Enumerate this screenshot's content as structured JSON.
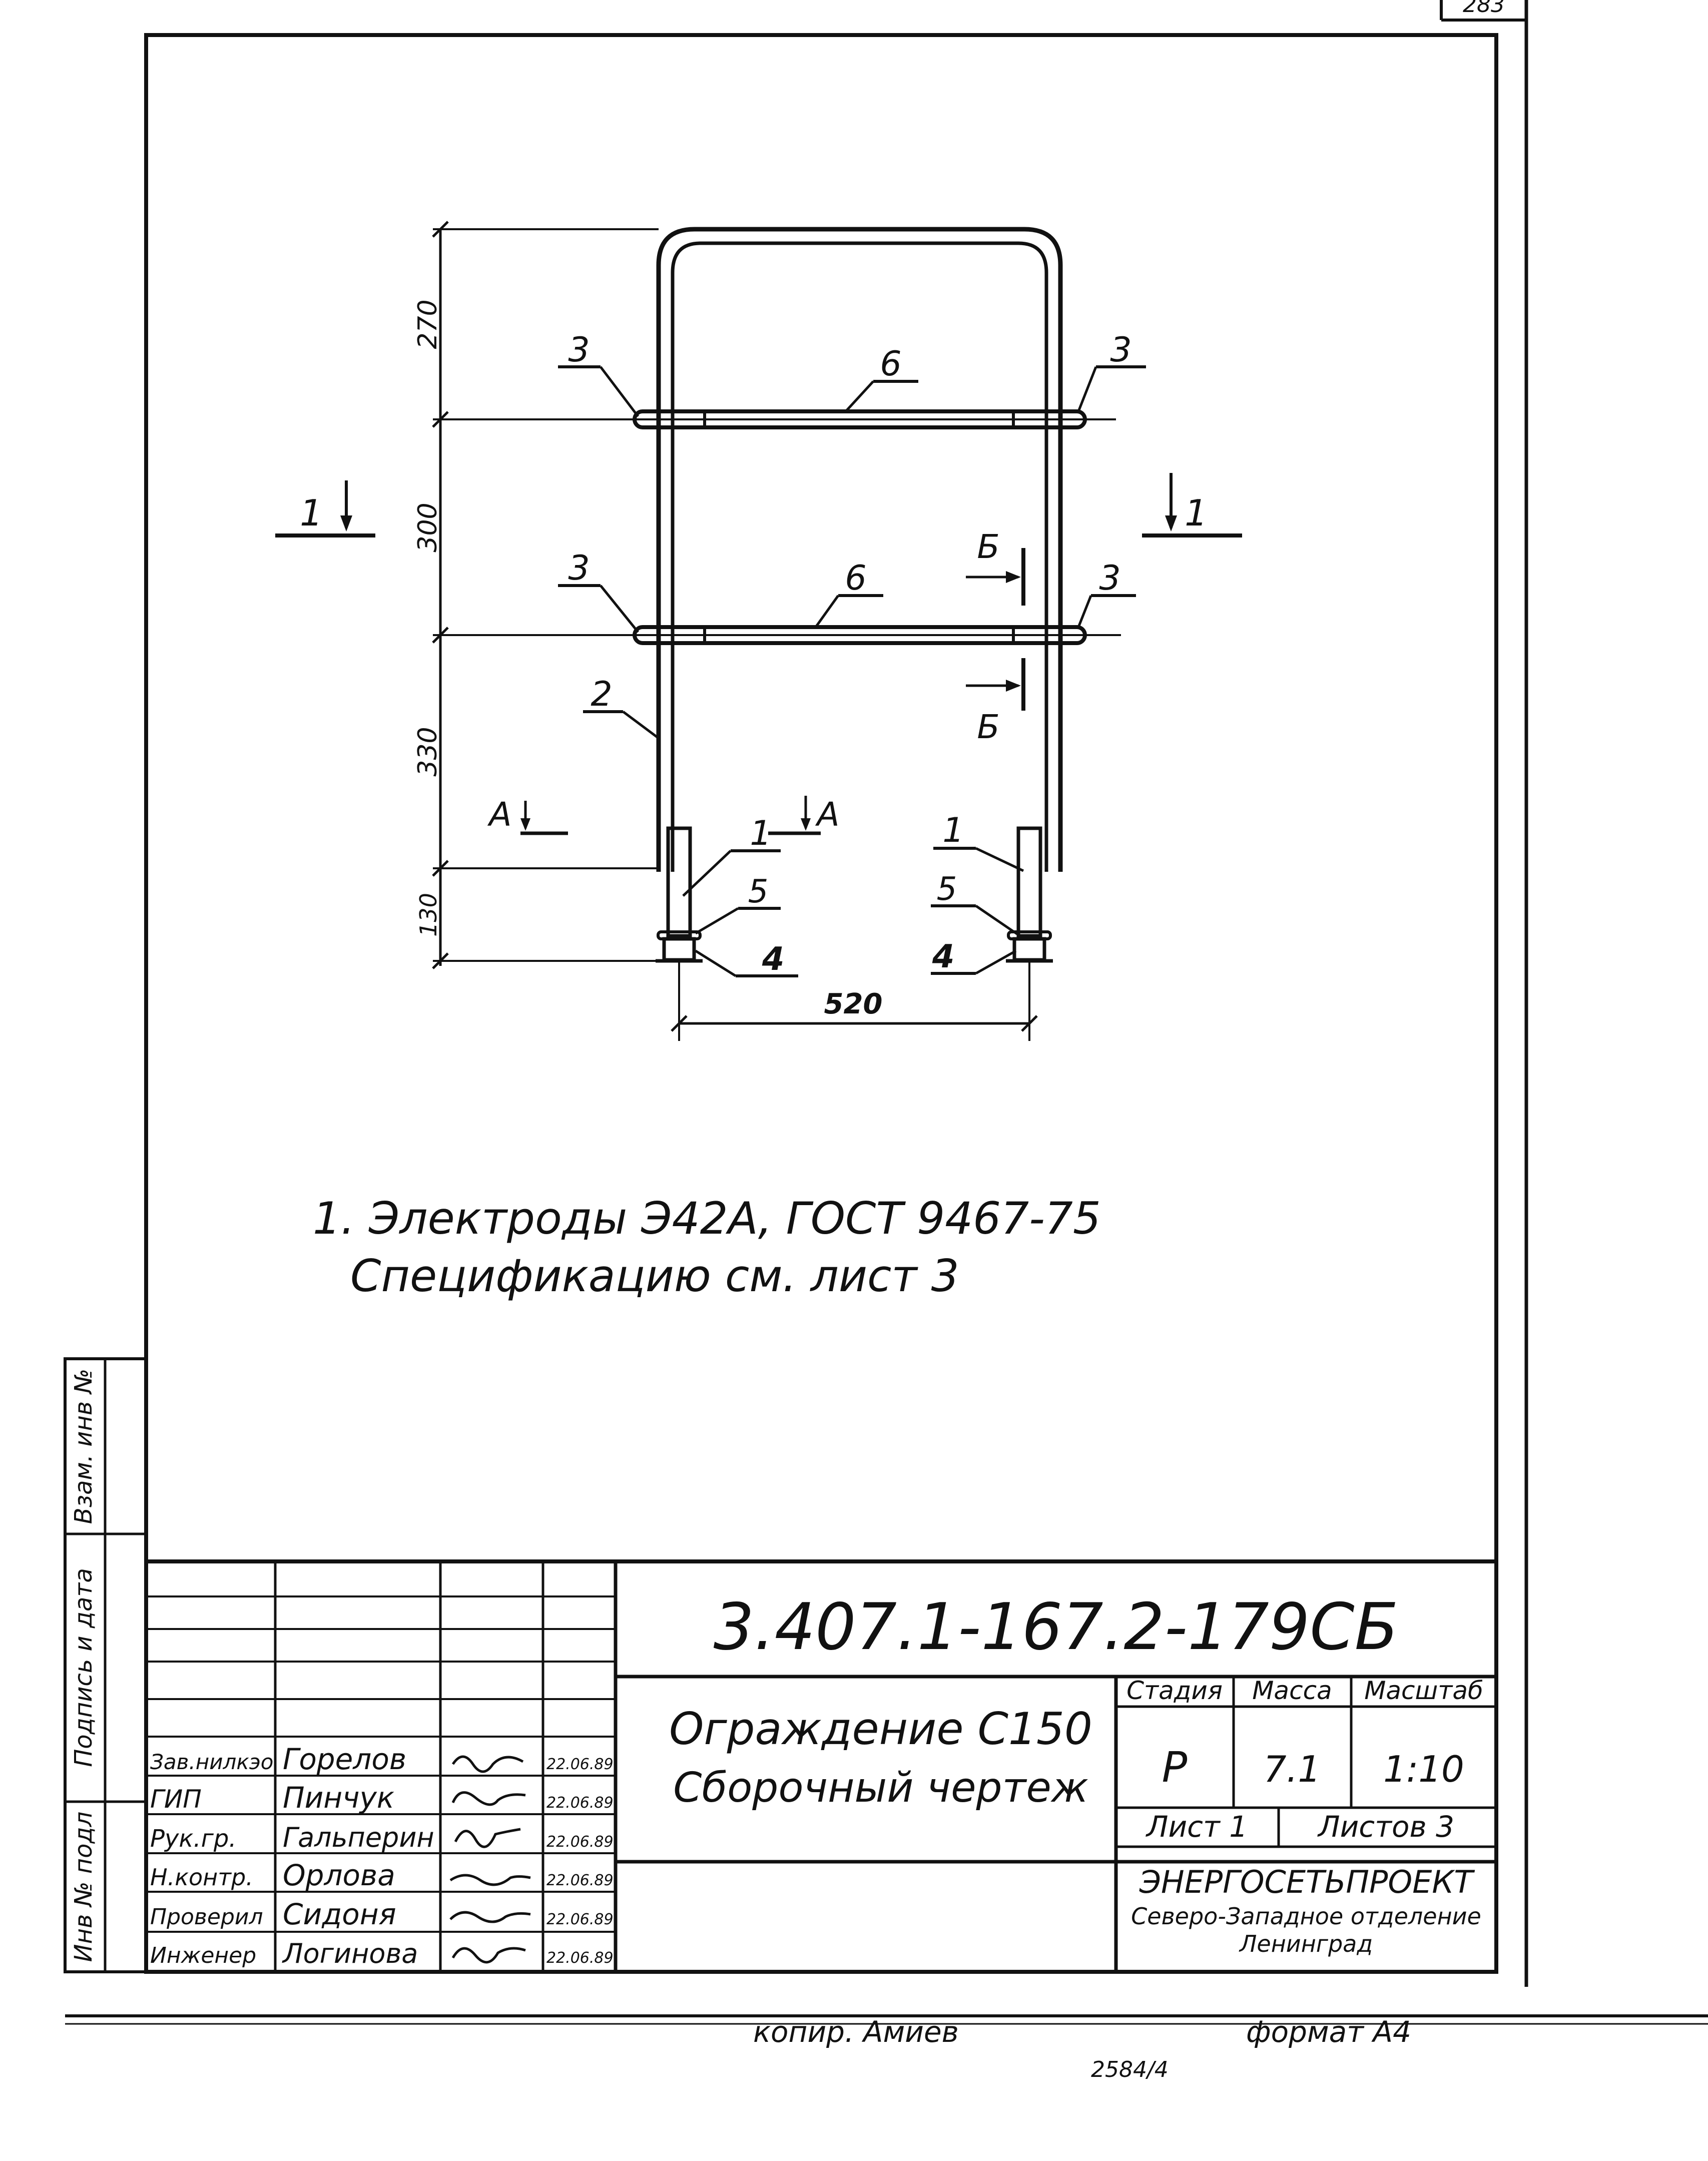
{
  "corner_sheet_no": "283",
  "dimensions": {
    "d270": "270",
    "d300": "300",
    "d330": "330",
    "d130": "130",
    "d520": "520"
  },
  "callouts": {
    "p1_left": "1",
    "p1_right": "1",
    "p2": "2",
    "p3_upper_left": "3",
    "p3_upper_right": "3",
    "p3_lower_left": "3",
    "p3_lower_right": "3",
    "p4_left": "4",
    "p4_right": "4",
    "p5_left": "5",
    "p5_right": "5",
    "p6_upper": "6",
    "p6_lower": "6"
  },
  "sections": {
    "s1_left": "1",
    "s1_right": "1",
    "sA_left": "А",
    "sA_right": "А",
    "sB_top": "Б",
    "sB_bottom": "Б"
  },
  "notes": [
    "1. Электроды Э42А, ГОСТ 9467-75",
    "Спецификацию см. лист 3"
  ],
  "side_stamp": {
    "inv_no": "Инв № подл",
    "sign_date": "Подпись и дата",
    "replace_inv": "Взам. инв №"
  },
  "title_block": {
    "doc_code": "3.407.1-167.2-179СБ",
    "title_line1": "Ограждение С150",
    "title_line2": "Сборочный чертеж",
    "stage_header": "Стадия",
    "mass_header": "Масса",
    "scale_header": "Масштаб",
    "stage_value": "Р",
    "mass_value": "7.1",
    "scale_value": "1:10",
    "sheet_label": "Лист 1",
    "sheets_label": "Листов 3",
    "org_line1": "ЭНЕРГОСЕТЬПРОЕКТ",
    "org_line2": "Северо-Западное отделение",
    "org_line3": "Ленинград",
    "roles": [
      {
        "role": "Зав.нилкэо",
        "name": "Горелов",
        "date": "22.06.89"
      },
      {
        "role": "ГИП",
        "name": "Пинчук",
        "date": "22.06.89"
      },
      {
        "role": "Рук.гр.",
        "name": "Гальперин",
        "date": "22.06.89"
      },
      {
        "role": "Н.контр.",
        "name": "Орлова",
        "date": "22.06.89"
      },
      {
        "role": "Проверил",
        "name": "Сидоня",
        "date": "22.06.89"
      },
      {
        "role": "Инженер",
        "name": "Логинова",
        "date": "22.06.89"
      }
    ]
  },
  "footer": {
    "copied": "копир. Амиев",
    "format": "формат А4",
    "number": "2584/4"
  }
}
